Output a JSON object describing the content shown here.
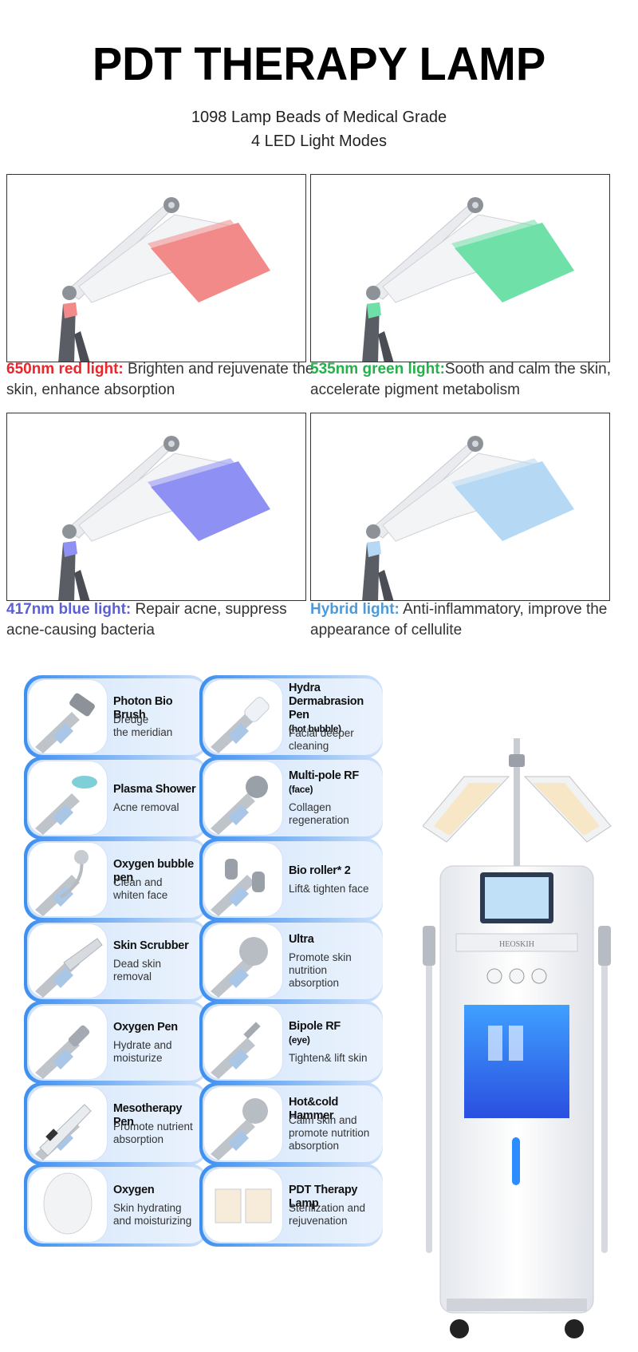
{
  "header": {
    "title": "PDT THERAPY LAMP",
    "subtitle_line1": "1098 Lamp Beads of Medical Grade",
    "subtitle_line2": "4 LED Light Modes"
  },
  "light_modes": [
    {
      "label": "650nm red light:",
      "text": " Brighten and rejuvenate the skin, enhance absorption",
      "color": "#e8262b",
      "panel_color": "#f28a8a"
    },
    {
      "label": "535nm green light:",
      "text": "Sooth and calm the skin, accelerate pigment metabolism",
      "color": "#25b14a",
      "panel_color": "#6fe0a8"
    },
    {
      "label": "417nm blue light:",
      "text": " Repair acne, suppress acne-causing bacteria",
      "color": "#5b5fd6",
      "panel_color": "#8e90f4"
    },
    {
      "label": "Hybrid light:",
      "text": " Anti-inflammatory, improve the appearance of cellulite",
      "color": "#4e9ad8",
      "panel_color": "#b5d8f4"
    }
  ],
  "device_brand": "HEOSKIH",
  "features": [
    {
      "name": "Photon Bio Brush",
      "note": "",
      "desc_lines": [
        "Dredge",
        "the meridian"
      ]
    },
    {
      "name": "Hydra Dermabrasion Pen",
      "note": "(hot bubble)",
      "desc_lines": [
        "Facial deeper",
        "cleaning"
      ]
    },
    {
      "name": "Plasma Shower",
      "note": "",
      "desc_lines": [
        "Acne removal"
      ]
    },
    {
      "name": "Multi-pole RF",
      "note": "(face)",
      "desc_lines": [
        "Collagen",
        "regeneration"
      ]
    },
    {
      "name": "Oxygen bubble pen",
      "note": "",
      "desc_lines": [
        "Clean and",
        "whiten face"
      ]
    },
    {
      "name": "Bio roller* 2",
      "note": "",
      "desc_lines": [
        "Lift& tighten face"
      ]
    },
    {
      "name": "Skin Scrubber",
      "note": "",
      "desc_lines": [
        "Dead skin",
        "removal"
      ]
    },
    {
      "name": "Ultra",
      "note": "",
      "desc_lines": [
        "Promote skin",
        "nutrition",
        "absorption"
      ]
    },
    {
      "name": "Oxygen Pen",
      "note": "",
      "desc_lines": [
        "Hydrate and",
        "moisturize"
      ]
    },
    {
      "name": "Bipole RF",
      "note": "(eye)",
      "desc_lines": [
        "Tighten& lift skin"
      ]
    },
    {
      "name": "Mesotherapy Pen",
      "note": "",
      "desc_lines": [
        "Promote nutrient",
        "absorption"
      ]
    },
    {
      "name": "Hot&cold Hammer",
      "note": "",
      "desc_lines": [
        "Calm skin and",
        "promote nutrition",
        "absorption"
      ]
    },
    {
      "name": "Oxygen",
      "note": "",
      "desc_lines": [
        "Skin hydrating",
        "and moisturizing"
      ]
    },
    {
      "name": "PDT Therapy Lamp",
      "note": "",
      "desc_lines": [
        "Sterilization and",
        "rejuvenation"
      ]
    }
  ]
}
